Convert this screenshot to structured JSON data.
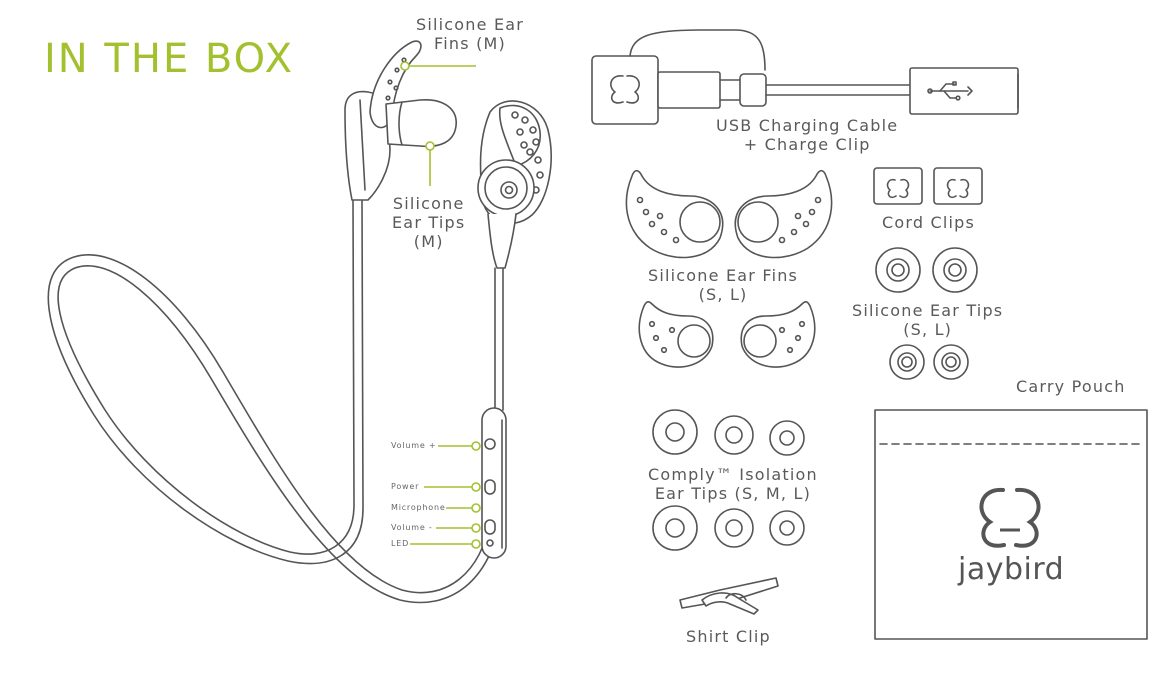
{
  "title": "IN THE BOX",
  "colors": {
    "accent": "#a3c12e",
    "line": "#555555",
    "text": "#5a5a5a"
  },
  "labels": {
    "ear_fins_m": [
      "Silicone Ear",
      "Fins (M)"
    ],
    "ear_tips_m": [
      "Silicone",
      "Ear Tips",
      "(M)"
    ],
    "usb_cable": [
      "USB Charging Cable",
      "+ Charge Clip"
    ],
    "cord_clips": "Cord Clips",
    "ear_fins_sl": [
      "Silicone Ear Fins",
      "(S, L)"
    ],
    "ear_tips_sl": [
      "Silicone Ear Tips",
      "(S, L)"
    ],
    "carry_pouch": "Carry Pouch",
    "comply_tips": [
      "Comply™ Isolation",
      "Ear Tips (S, M, L)"
    ],
    "shirt_clip": "Shirt Clip"
  },
  "controls": [
    "Volume +",
    "Power",
    "Microphone",
    "Volume -",
    "LED"
  ],
  "brand": "jaybird"
}
